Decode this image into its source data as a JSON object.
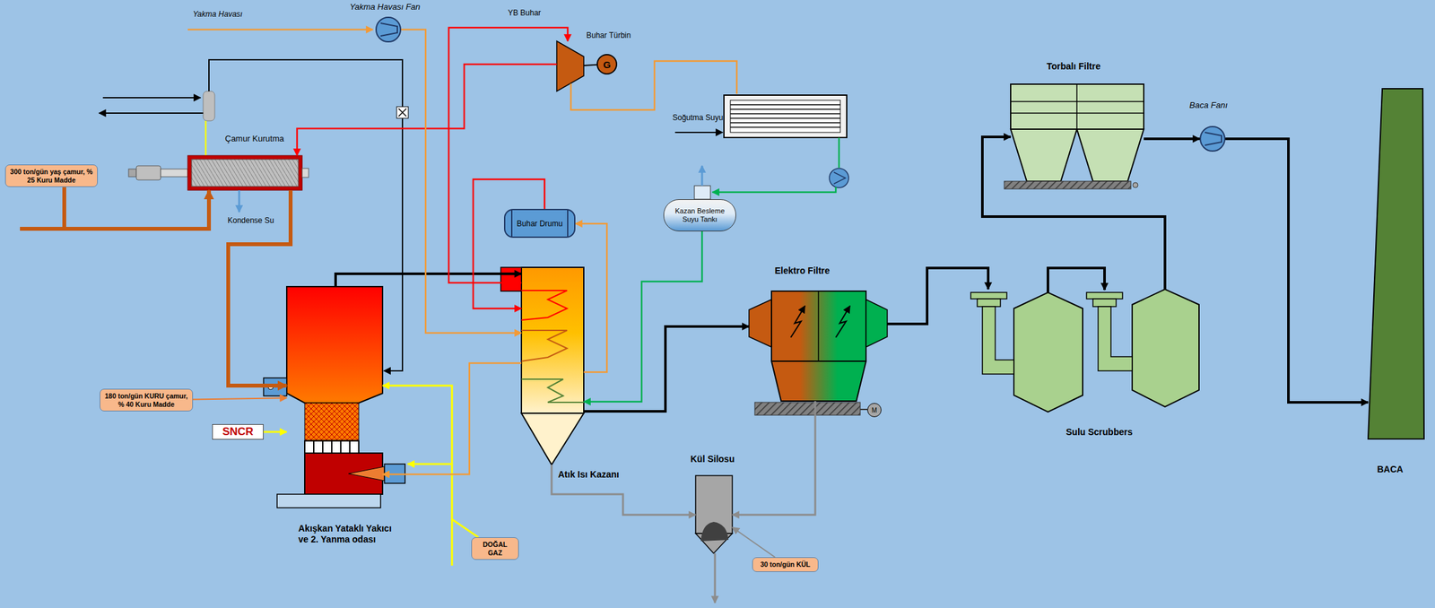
{
  "diagram": {
    "nodes": [
      {
        "text": [
          "Yakma Havası Fan"
        ]
      },
      {
        "text": [
          "300 ton/gün yaş çamur, % 25 Kuru Madde"
        ]
      },
      {
        "text": [
          "Çamur Kurutma"
        ]
      },
      {
        "text": [
          "Buhar Türbin"
        ]
      },
      {
        "text": [
          "G"
        ]
      },
      {
        "text": [
          "Torbalı Filtre"
        ]
      },
      {
        "text": [
          "Baca Fanı"
        ]
      },
      {
        "text": [
          "Buhar Drumu"
        ]
      },
      {
        "text": [
          "Kazan Besleme Suyu Tankı"
        ]
      },
      {
        "text": [
          "Elektro Filtre"
        ]
      },
      {
        "text": [
          "M"
        ]
      },
      {
        "text": [
          "Akışkan Yataklı Yakıcı ve 2. Yanma odası"
        ]
      },
      {
        "text": [
          "180 ton/gün KURU çamur, % 40 Kuru Madde"
        ]
      },
      {
        "text": [
          "SNCR"
        ]
      },
      {
        "text": [
          "Atık Isı Kazanı"
        ]
      },
      {
        "text": [
          "Sulu Scrubbers"
        ]
      },
      {
        "text": [
          "Kül Silosu"
        ]
      },
      {
        "text": [
          "DOĞAL GAZ"
        ]
      },
      {
        "text": [
          "30 ton/gün KÜL"
        ]
      },
      {
        "text": [
          "BACA"
        ]
      }
    ],
    "edges": [
      {
        "from": 1,
        "to": 2,
        "arrow": "to"
      },
      {
        "from": 2,
        "to": 11,
        "arrow": "to"
      },
      {
        "from": 12,
        "to": 11,
        "arrow": "to"
      },
      {
        "from": 13,
        "to": 11,
        "arrow": "to"
      },
      {
        "from": 17,
        "to": 11,
        "arrow": "to"
      },
      {
        "from": 11,
        "to": 14,
        "arrow": "to"
      },
      {
        "from": 14,
        "to": 9,
        "arrow": "to"
      },
      {
        "from": 9,
        "to": 15,
        "arrow": "to"
      },
      {
        "from": 15,
        "to": 5,
        "arrow": "to"
      },
      {
        "from": 5,
        "to": 6,
        "arrow": "to"
      },
      {
        "from": 6,
        "to": 19,
        "arrow": "to"
      },
      {
        "from": 14,
        "to": 16,
        "arrow": "to"
      },
      {
        "from": 9,
        "to": 16,
        "arrow": "to"
      },
      {
        "from": 18,
        "to": 16,
        "arrow": "to"
      },
      {
        "from": 7,
        "to": 14,
        "arrow": "to"
      },
      {
        "from": 14,
        "to": 3,
        "arrow": "to"
      },
      {
        "from": 3,
        "to": 2,
        "arrow": "to"
      },
      {
        "from": 0,
        "to": 14,
        "arrow": "to"
      },
      {
        "from": 14,
        "to": 11,
        "arrow": "to"
      },
      {
        "from": 14,
        "to": 7,
        "arrow": "to"
      },
      {
        "from": 8,
        "to": 14,
        "arrow": "to"
      },
      {
        "from": 3,
        "to": 4,
        "arrow": "none"
      }
    ],
    "labels": [
      "Yakma Havası",
      "YB Buhar",
      "Soğutma Suyu",
      "Kondense Su"
    ]
  }
}
